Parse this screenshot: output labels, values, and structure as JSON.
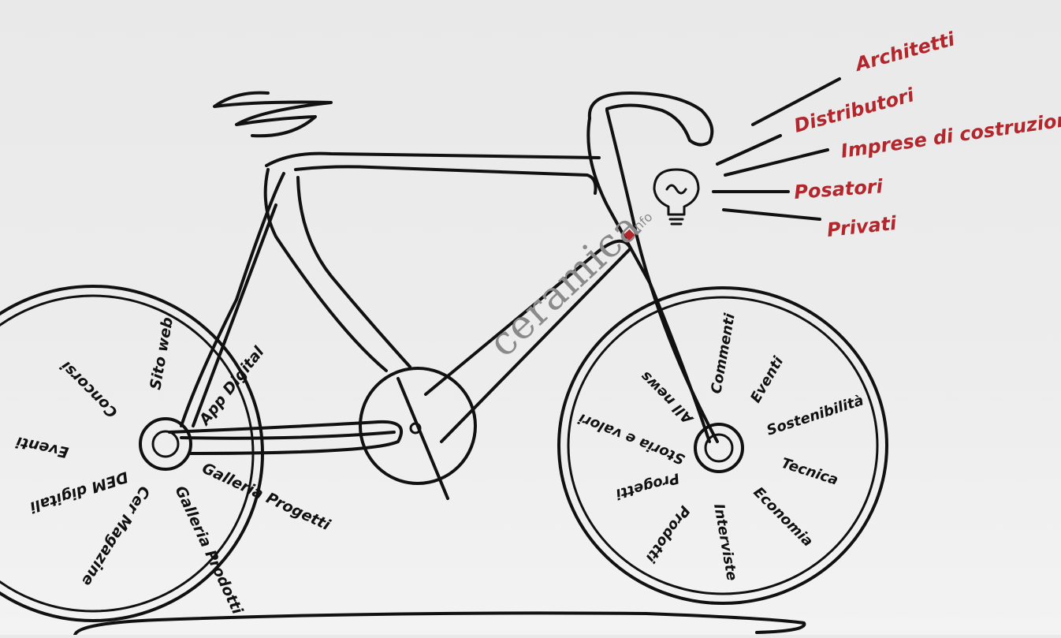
{
  "brand": {
    "logo_main": "ceramica",
    "logo_suffix": "info",
    "accent_color": "#b3262b",
    "logo_gray": "#8a8a8a"
  },
  "audience_labels": [
    "Architetti",
    "Distributori",
    "Imprese di costruzione",
    "Posatori",
    "Privati"
  ],
  "back_wheel_labels": {
    "sito_web": "Sito web",
    "app_digital": "App Digital",
    "concorsi": "Concorsi",
    "eventi": "Eventi",
    "dem_digitali": "DEM digitali",
    "cer_magazine": "Cer Magazine",
    "galleria_prodotti": "Galleria Prodotti",
    "galleria_progetti": "Galleria Progetti"
  },
  "front_wheel_labels": {
    "commenti": "Commenti",
    "eventi": "Eventi",
    "sostenibilita": "Sostenibilità",
    "tecnica": "Tecnica",
    "economia": "Economia",
    "interviste": "Interviste",
    "prodotti": "Prodotti",
    "progetti": "Progetti",
    "storia_valori": "Storia e valori",
    "all_news": "All news"
  },
  "icons": {
    "lightbulb": "lightbulb-icon"
  }
}
